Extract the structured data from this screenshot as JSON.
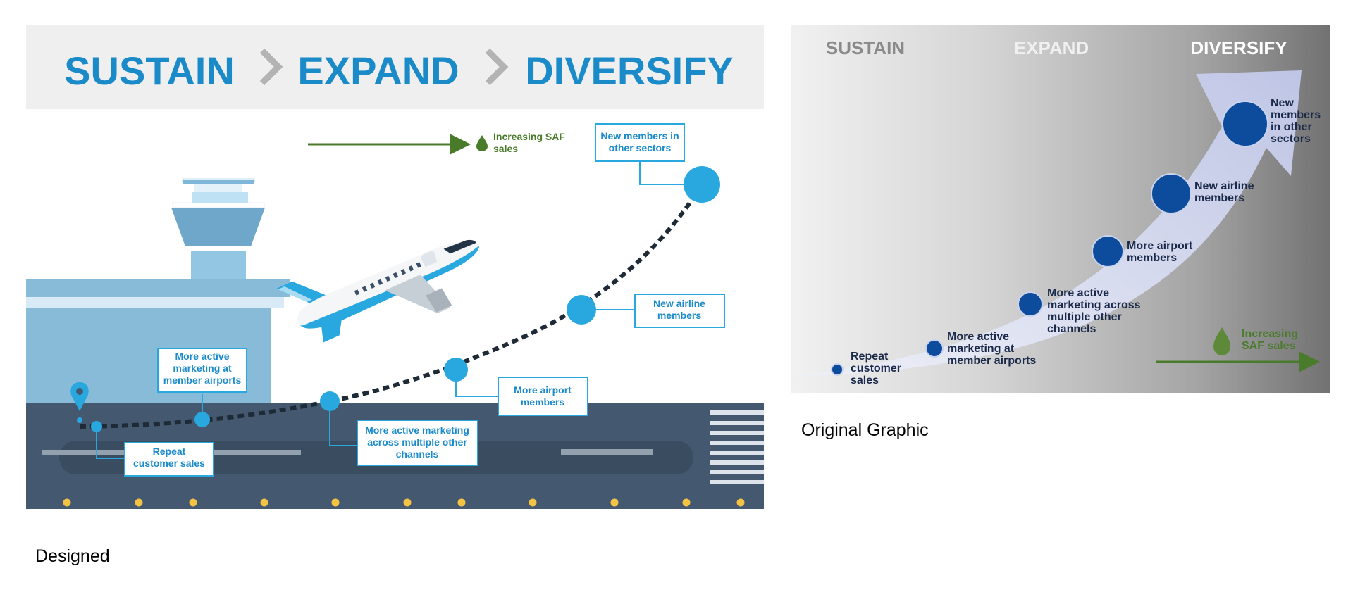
{
  "designed": {
    "header_steps": [
      "SUSTAIN",
      "EXPAND",
      "DIVERSIFY"
    ],
    "saf_label": [
      "Increasing SAF",
      "sales"
    ],
    "milestones": [
      {
        "id": "repeat",
        "lines": [
          "Repeat",
          "customer sales"
        ]
      },
      {
        "id": "member-airports",
        "lines": [
          "More active",
          "marketing at",
          "member airports"
        ]
      },
      {
        "id": "multiple-channels",
        "lines": [
          "More active marketing",
          "across multiple other",
          "channels"
        ]
      },
      {
        "id": "airport-members",
        "lines": [
          "More airport",
          "members"
        ]
      },
      {
        "id": "airline-members",
        "lines": [
          "New airline",
          "members"
        ]
      },
      {
        "id": "other-sectors",
        "lines": [
          "New members in",
          "other sectors"
        ]
      }
    ],
    "caption": "Designed"
  },
  "original": {
    "header_steps": [
      "SUSTAIN",
      "EXPAND",
      "DIVERSIFY"
    ],
    "saf_label": [
      "Increasing",
      "SAF sales"
    ],
    "milestones": [
      {
        "id": "repeat",
        "lines": [
          "Repeat",
          "customer",
          "sales"
        ]
      },
      {
        "id": "member-airports",
        "lines": [
          "More active",
          "marketing at",
          "member airports"
        ]
      },
      {
        "id": "multiple-channels",
        "lines": [
          "More active",
          "marketing across",
          "multiple other",
          "channels"
        ]
      },
      {
        "id": "airport-members",
        "lines": [
          "More airport",
          "members"
        ]
      },
      {
        "id": "airline-members",
        "lines": [
          "New airline",
          "members"
        ]
      },
      {
        "id": "other-sectors",
        "lines": [
          "New",
          "members",
          "in other",
          "sectors"
        ]
      }
    ],
    "caption": "Original Graphic"
  },
  "colors": {
    "header_blue": "#1a8ac9",
    "accent_blue": "#29a8df",
    "runway": "#44596f",
    "building": "#89bbd8",
    "saf_green": "#4a7b2b",
    "original_bubble": "#0d4c9c",
    "original_text": "#1b2a4a"
  }
}
